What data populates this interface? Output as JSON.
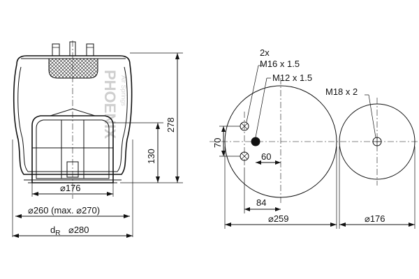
{
  "brand": {
    "logo_text": "PHOENIX",
    "logo_subtext": "Air Springs"
  },
  "dimensions": {
    "height_total": "278",
    "height_piston": "130",
    "dia_piston": "⌀176",
    "dia_bellow": "⌀260 (max. ⌀270)",
    "dr_symbol": "d",
    "dr_subscript": "R",
    "dia_dr": "⌀280",
    "top_plate_dia": "⌀259",
    "bottom_plate_dia": "⌀176",
    "offset_70": "70",
    "offset_60": "60",
    "offset_84": "84"
  },
  "callouts": {
    "studs_count": "2x",
    "studs_thread": "M16 x 1.5",
    "air_thread": "M12 x 1.5",
    "bottom_thread": "M18 x 2"
  }
}
